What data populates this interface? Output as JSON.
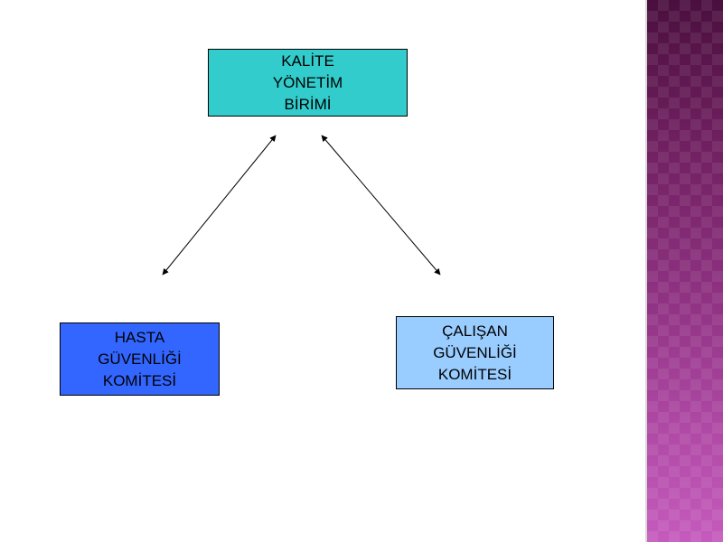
{
  "diagram": {
    "nodes": [
      {
        "id": "kalite",
        "lines": [
          "KALİTE",
          "YÖNETİM",
          "BİRİMİ"
        ],
        "fill": "#33cccc"
      },
      {
        "id": "hasta",
        "lines": [
          "HASTA",
          "GÜVENLİĞİ",
          "KOMİTESİ"
        ],
        "fill": "#3366ff"
      },
      {
        "id": "calisan",
        "lines": [
          "ÇALIŞAN",
          "GÜVENLİĞİ",
          "KOMİTESİ"
        ],
        "fill": "#99ccff"
      }
    ],
    "edges": [
      {
        "from": "kalite",
        "to": "hasta",
        "style": "double-arrow"
      },
      {
        "from": "kalite",
        "to": "calisan",
        "style": "double-arrow"
      }
    ]
  },
  "theme": {
    "side_band_colors": [
      "#4a0f3e",
      "#b04aa6",
      "#c55bbd"
    ],
    "border_color": "#000000"
  }
}
